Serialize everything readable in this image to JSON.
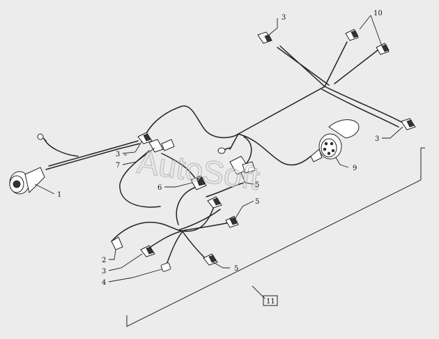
{
  "watermark": "AutoSoft",
  "callouts": {
    "c1": "1",
    "c2": "2",
    "c3a": "3",
    "c3b": "3",
    "c3c": "3",
    "c3d": "3",
    "c4": "4",
    "c5a": "5",
    "c5b": "5",
    "c5c": "5",
    "c6": "6",
    "c7": "7",
    "c9": "9",
    "c10": "10",
    "c11": "11"
  }
}
